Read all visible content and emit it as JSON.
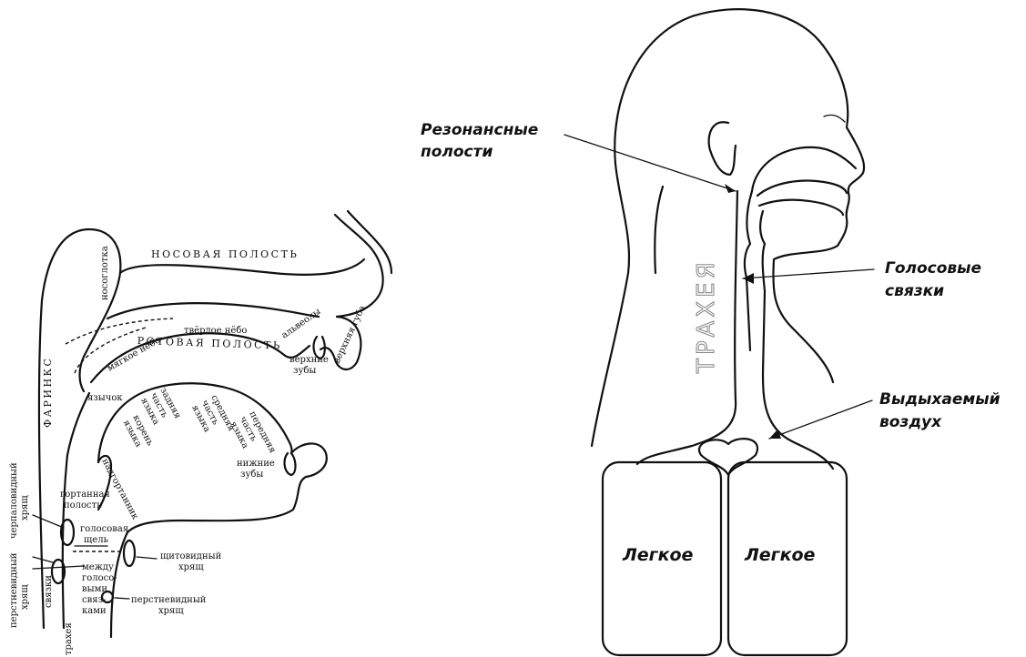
{
  "left_diagram": {
    "nasal_cavity": "НОСОВАЯ ПОЛОСТЬ",
    "oral_cavity": "РОТОВАЯ ПОЛОСТЬ",
    "pharynx": "ФАРИНКС",
    "nasopharynx": "носоглотка",
    "hard_palate": "твёрдое нёбо",
    "soft_palate": "мягкое нёбо",
    "uvula": "язычок",
    "alveoli": "альвеолы",
    "upper_lip": "верхняя губа",
    "upper_teeth": [
      "верхние",
      "зубы"
    ],
    "back_tongue": [
      "задняя",
      "часть",
      "языка"
    ],
    "tongue_root": [
      "корень",
      "языка"
    ],
    "middle_tongue": [
      "средняя",
      "часть",
      "языка"
    ],
    "front_tongue": [
      "передняя",
      "часть",
      "языка"
    ],
    "lower_teeth": [
      "нижние",
      "зубы"
    ],
    "epiglottis": "надгортанник",
    "arytenoid": [
      "черпаловидный",
      "хрящ"
    ],
    "laryngeal_cavity": [
      "гортанная",
      "полость"
    ],
    "glottis": [
      "голосовая",
      "щель"
    ],
    "between_cords": [
      "между",
      "голосо-",
      "выми",
      "связ-",
      "ками"
    ],
    "cricoid_left": [
      "перстневидный",
      "хрящ"
    ],
    "thyroid": [
      "щитовидный",
      "хрящ"
    ],
    "cricoid_right": [
      "перстневидный",
      "хрящ"
    ],
    "vocal_cords": "связки",
    "trachea": "трахея"
  },
  "right_diagram": {
    "resonance": [
      "Резонансные",
      "полости"
    ],
    "vocal_cords": [
      "Голосовые",
      "связки"
    ],
    "exhaled_air": [
      "Выдыхаемый",
      "воздух"
    ],
    "trachea_word": "ТРАХЕЯ",
    "lung_left": "Легкое",
    "lung_right": "Легкое"
  }
}
